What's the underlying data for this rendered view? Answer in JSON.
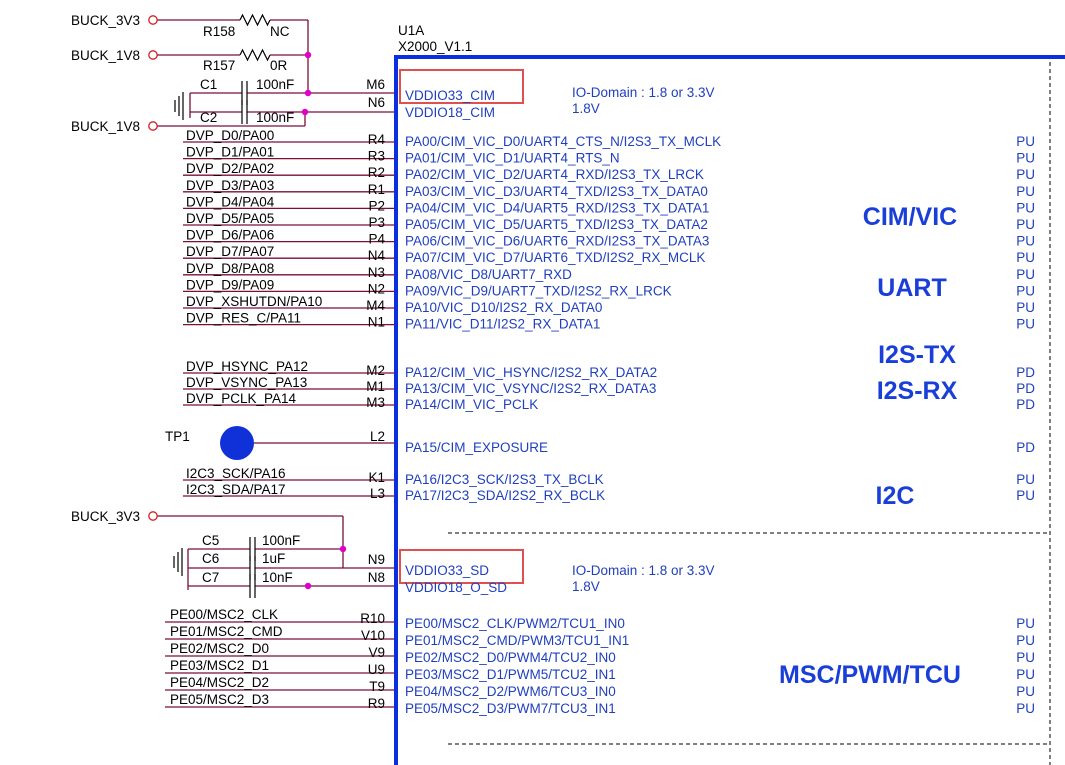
{
  "power": {
    "buck_3v3_top": "BUCK_3V3",
    "buck_1v8_mid": "BUCK_1V8",
    "buck_1v8_low": "BUCK_1V8",
    "buck_3v3_sd": "BUCK_3V3"
  },
  "resistors": [
    {
      "ref": "R158",
      "value": "NC"
    },
    {
      "ref": "R157",
      "value": "0R"
    }
  ],
  "capacitors": [
    {
      "ref": "C1",
      "value": "100nF"
    },
    {
      "ref": "C2",
      "value": "100nF"
    },
    {
      "ref": "C5",
      "value": "100nF"
    },
    {
      "ref": "C6",
      "value": "1uF"
    },
    {
      "ref": "C7",
      "value": "10nF"
    }
  ],
  "ic": {
    "ref": "U1A",
    "part": "X2000_V1.1"
  },
  "power_pins_cim": [
    {
      "no": "M6",
      "name": "VDDIO33_CIM"
    },
    {
      "no": "N6",
      "name": "VDDIO18_CIM"
    }
  ],
  "power_pins_sd": [
    {
      "no": "N9",
      "name": "VDDIO33_SD"
    },
    {
      "no": "N8",
      "name": "VDDIO18_O_SD"
    }
  ],
  "io_domain_cim": {
    "line1": "IO-Domain : 1.8 or 3.3V",
    "line2": "1.8V"
  },
  "io_domain_sd": {
    "line1": "IO-Domain : 1.8 or 3.3V",
    "line2": "1.8V"
  },
  "dvp_pins": [
    {
      "net": "DVP_D0/PA00",
      "no": "R4",
      "name": "PA00/CIM_VIC_D0/UART4_CTS_N/I2S3_TX_MCLK",
      "pull": "PU"
    },
    {
      "net": "DVP_D1/PA01",
      "no": "R3",
      "name": "PA01/CIM_VIC_D1/UART4_RTS_N",
      "pull": "PU"
    },
    {
      "net": "DVP_D2/PA02",
      "no": "R2",
      "name": "PA02/CIM_VIC_D2/UART4_RXD/I2S3_TX_LRCK",
      "pull": "PU"
    },
    {
      "net": "DVP_D3/PA03",
      "no": "R1",
      "name": "PA03/CIM_VIC_D3/UART4_TXD/I2S3_TX_DATA0",
      "pull": "PU"
    },
    {
      "net": "DVP_D4/PA04",
      "no": "P2",
      "name": "PA04/CIM_VIC_D4/UART5_RXD/I2S3_TX_DATA1",
      "pull": "PU"
    },
    {
      "net": "DVP_D5/PA05",
      "no": "P3",
      "name": "PA05/CIM_VIC_D5/UART5_TXD/I2S3_TX_DATA2",
      "pull": "PU"
    },
    {
      "net": "DVP_D6/PA06",
      "no": "P4",
      "name": "PA06/CIM_VIC_D6/UART6_RXD/I2S3_TX_DATA3",
      "pull": "PU"
    },
    {
      "net": "DVP_D7/PA07",
      "no": "N4",
      "name": "PA07/CIM_VIC_D7/UART6_TXD/I2S2_RX_MCLK",
      "pull": "PU"
    },
    {
      "net": "DVP_D8/PA08",
      "no": "N3",
      "name": "PA08/VIC_D8/UART7_RXD",
      "pull": "PU"
    },
    {
      "net": "DVP_D9/PA09",
      "no": "N2",
      "name": "PA09/VIC_D9/UART7_TXD/I2S2_RX_LRCK",
      "pull": "PU"
    },
    {
      "net": "DVP_XSHUTDN/PA10",
      "no": "M4",
      "name": "PA10/VIC_D10/I2S2_RX_DATA0",
      "pull": "PU"
    },
    {
      "net": "DVP_RES_C/PA11",
      "no": "N1",
      "name": "PA11/VIC_D11/I2S2_RX_DATA1",
      "pull": "PU"
    }
  ],
  "sync_pins": [
    {
      "net": "DVP_HSYNC_PA12",
      "no": "M2",
      "name": "PA12/CIM_VIC_HSYNC/I2S2_RX_DATA2",
      "pull": "PD"
    },
    {
      "net": "DVP_VSYNC_PA13",
      "no": "M1",
      "name": "PA13/CIM_VIC_VSYNC/I2S2_RX_DATA3",
      "pull": "PD"
    },
    {
      "net": "DVP_PCLK_PA14",
      "no": "M3",
      "name": "PA14/CIM_VIC_PCLK",
      "pull": "PD"
    }
  ],
  "tp_pin": {
    "ref": "TP1",
    "no": "L2",
    "name": "PA15/CIM_EXPOSURE",
    "pull": "PD"
  },
  "i2c_pins": [
    {
      "net": "I2C3_SCK/PA16",
      "no": "K1",
      "name": "PA16/I2C3_SCK/I2S3_TX_BCLK",
      "pull": "PU"
    },
    {
      "net": "I2C3_SDA/PA17",
      "no": "L3",
      "name": "PA17/I2C3_SDA/I2S2_RX_BCLK",
      "pull": "PU"
    }
  ],
  "msc_pins": [
    {
      "net": "PE00/MSC2_CLK",
      "no": "R10",
      "name": "PE00/MSC2_CLK/PWM2/TCU1_IN0",
      "pull": "PU"
    },
    {
      "net": "PE01/MSC2_CMD",
      "no": "V10",
      "name": "PE01/MSC2_CMD/PWM3/TCU1_IN1",
      "pull": "PU"
    },
    {
      "net": "PE02/MSC2_D0",
      "no": "V9",
      "name": "PE02/MSC2_D0/PWM4/TCU2_IN0",
      "pull": "PU"
    },
    {
      "net": "PE03/MSC2_D1",
      "no": "U9",
      "name": "PE03/MSC2_D1/PWM5/TCU2_IN1",
      "pull": "PU"
    },
    {
      "net": "PE04/MSC2_D2",
      "no": "T9",
      "name": "PE04/MSC2_D2/PWM6/TCU3_IN0",
      "pull": "PU"
    },
    {
      "net": "PE05/MSC2_D3",
      "no": "R9",
      "name": "PE05/MSC2_D3/PWM7/TCU3_IN1",
      "pull": "PU"
    }
  ],
  "groups": {
    "cim": "CIM/VIC",
    "uart": "UART",
    "i2s_tx": "I2S-TX",
    "i2s_rx": "I2S-RX",
    "i2c": "I2C",
    "msc": "MSC/PWM/TCU"
  },
  "colors": {
    "ic_border": "#0b2fe0",
    "wire": "#7a0f3a",
    "pin_text": "#1f3fbf",
    "group_text": "#1a3fd9",
    "junction": "#e000c8",
    "highlight_box": "#e05050",
    "test_point": "#1030d8"
  }
}
